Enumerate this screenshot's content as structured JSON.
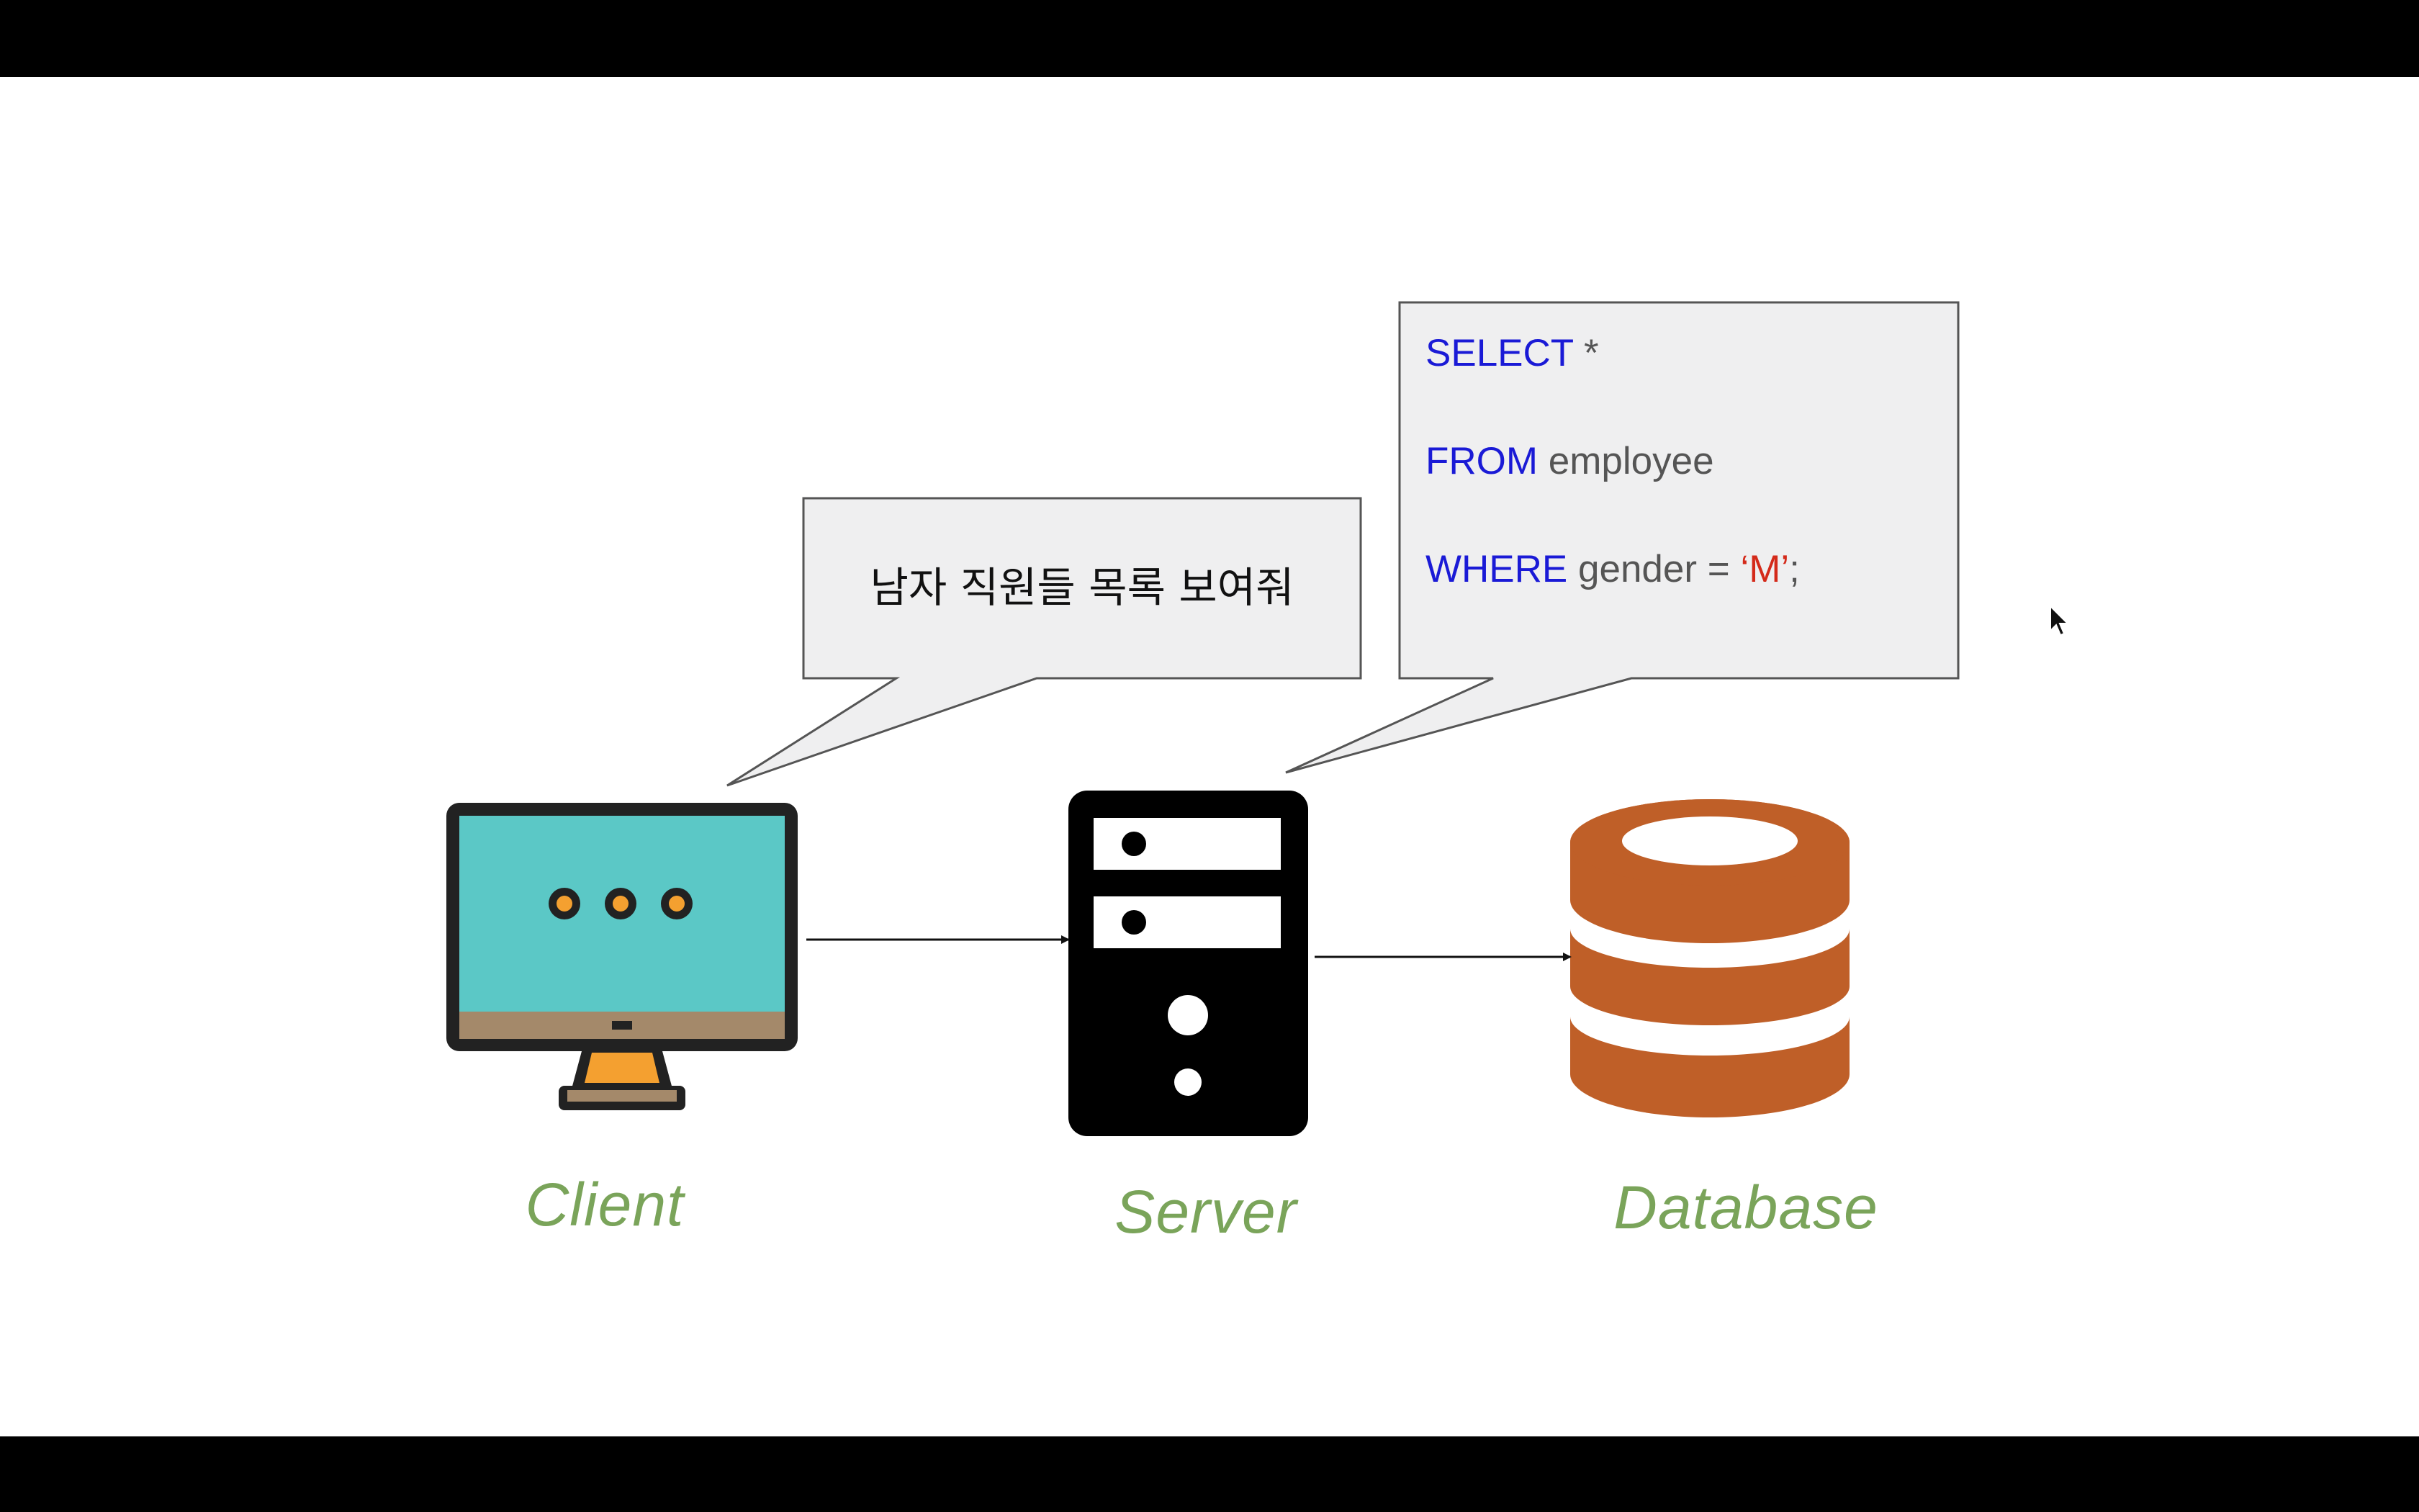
{
  "bubbles": {
    "client_request": "남자 직원들 목록 보여줘",
    "server_query": {
      "line1_keyword": "SELECT",
      "line1_rest": " *",
      "line2_keyword": "FROM",
      "line2_rest": " employee",
      "line3_keyword": "WHERE",
      "line3_rest": " gender = ",
      "line3_string": "‘M’",
      "line3_end": ";"
    }
  },
  "nodes": {
    "client": "Client",
    "server": "Server",
    "database": "Database"
  },
  "icons": {
    "client": "desktop-monitor-icon",
    "server": "server-tower-icon",
    "database": "database-cylinder-icon",
    "cursor": "mouse-pointer-icon"
  },
  "colors": {
    "monitor_screen": "#5bc8c6",
    "monitor_bezel": "#222222",
    "monitor_chin": "#a4896a",
    "monitor_stand": "#f4a030",
    "server_body": "#000000",
    "database": "#bf5f28",
    "label_green": "#7aa45a",
    "sql_keyword": "#1a1ad6",
    "sql_string": "#d42a1a",
    "bubble_fill": "#efeff0"
  }
}
